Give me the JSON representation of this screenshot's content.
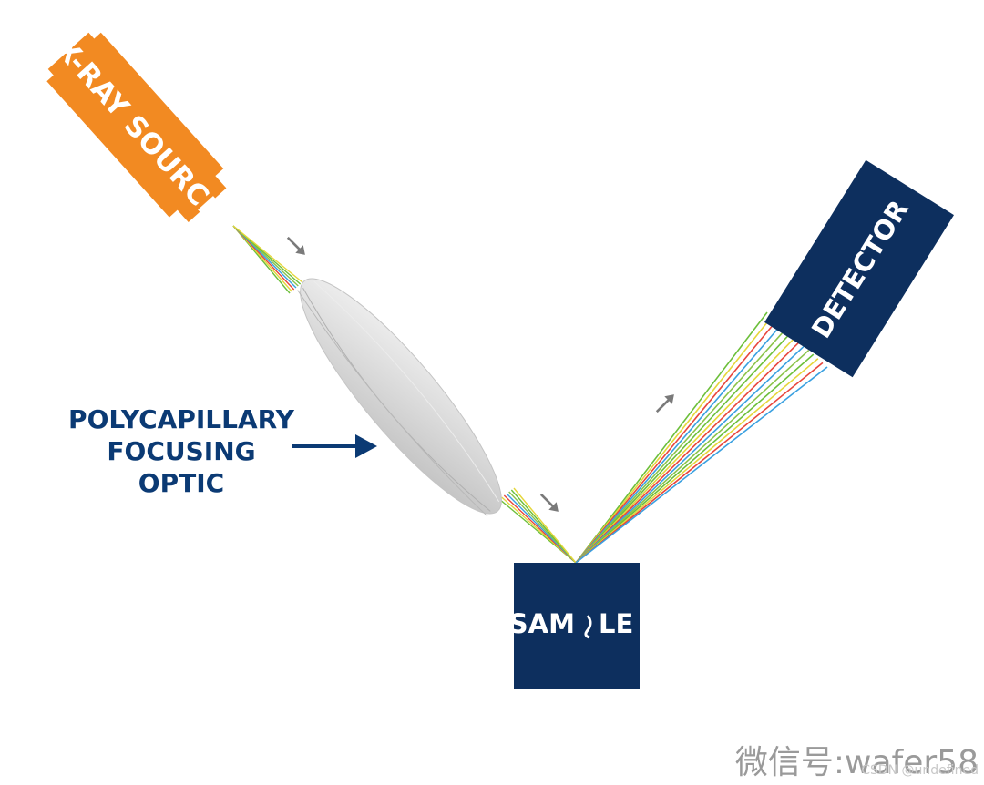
{
  "source": {
    "label": "X-RAY SOURCE",
    "color": "#f28a22"
  },
  "optic": {
    "label_lines": [
      "POLYCAPILLARY",
      "FOCUSING",
      "OPTIC"
    ],
    "label_color": "#0b3a74"
  },
  "sample": {
    "label_left": "SAM",
    "label_right": "LE",
    "color": "#0d2f5e"
  },
  "detector": {
    "label": "DETECTOR",
    "color": "#0d2f5e"
  },
  "beam_colors": [
    "#6cbf3a",
    "#e5d63a",
    "#e8463c",
    "#3aa0e0",
    "#8bc34a"
  ],
  "watermark": {
    "main": "微信号:wafer58",
    "sub": "CSDN @undefined"
  }
}
